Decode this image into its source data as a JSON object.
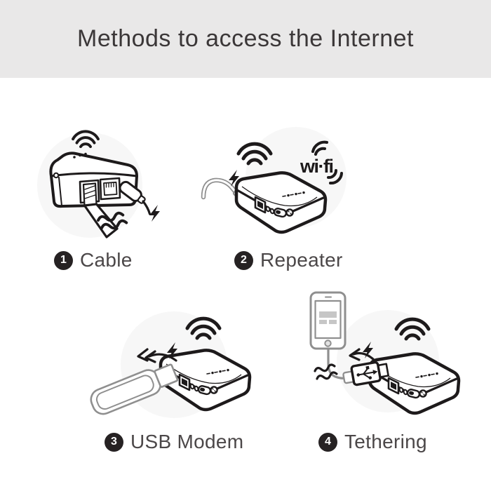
{
  "title": "Methods to access the Internet",
  "methods": [
    {
      "number": "1",
      "label": "Cable"
    },
    {
      "number": "2",
      "label": "Repeater"
    },
    {
      "number": "3",
      "label": "USB Modem"
    },
    {
      "number": "4",
      "label": "Tethering"
    }
  ],
  "wifi_logo": {
    "text": "wi·fi"
  },
  "icons": {
    "wifi-signal-icon": "three concentric arcs",
    "lightning-bolt-icon": "filled zigzag bolt",
    "wave-break-icon": "double tilde squiggle",
    "curved-arrow-icon": "double chevron swoosh",
    "usb-trident-icon": "USB trident symbol"
  },
  "colors": {
    "header_bg": "#e9e8e8",
    "canvas_bg": "#ffffff",
    "circle_bg": "#f7f7f7",
    "ink": "#1d1a1b",
    "line_gray": "#8f8f8f",
    "label_text": "#4b4748",
    "badge_bg": "#262223",
    "badge_text": "#ffffff"
  }
}
